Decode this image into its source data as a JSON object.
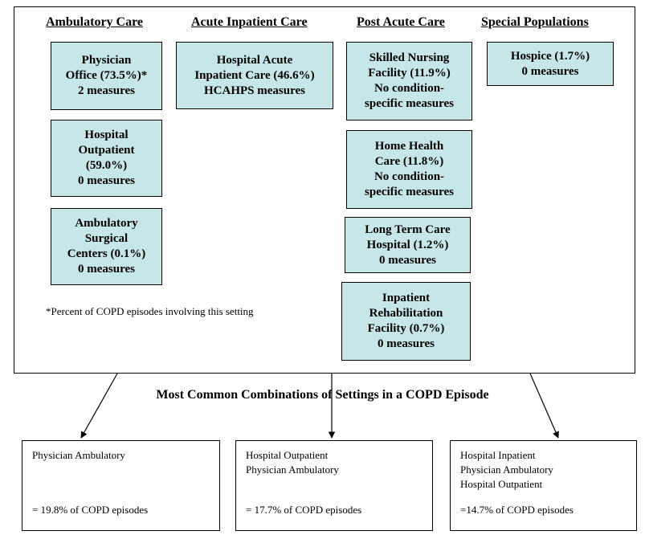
{
  "headers": {
    "ambulatory": "Ambulatory Care",
    "acute": "Acute Inpatient Care",
    "post_acute": "Post Acute Care",
    "special": "Special Populations"
  },
  "settings": {
    "physician_office": [
      "Physician",
      "Office (73.5%)*",
      "2 measures"
    ],
    "hospital_outpatient": [
      "Hospital",
      "Outpatient",
      "(59.0%)",
      "0 measures"
    ],
    "ambulatory_surgical": [
      "Ambulatory",
      "Surgical",
      "Centers (0.1%)",
      "0 measures"
    ],
    "hospital_acute": [
      "Hospital Acute",
      "Inpatient Care (46.6%)",
      "HCAHPS measures"
    ],
    "skilled_nursing": [
      "Skilled Nursing",
      "Facility (11.9%)",
      "No condition-",
      "specific measures"
    ],
    "home_health": [
      "Home Health",
      "Care (11.8%)",
      "No condition-",
      "specific measures"
    ],
    "long_term_care": [
      "Long Term Care",
      "Hospital (1.2%)",
      "0 measures"
    ],
    "inpatient_rehab": [
      "Inpatient",
      "Rehabilitation",
      "Facility (0.7%)",
      "0 measures"
    ],
    "hospice": [
      "Hospice (1.7%)",
      "0 measures"
    ]
  },
  "footnote": "*Percent of COPD episodes involving this setting",
  "subtitle": "Most Common Combinations of Settings in a COPD Episode",
  "combinations": [
    {
      "settings": [
        "Physician Ambulatory"
      ],
      "percent": "= 19.8% of COPD episodes"
    },
    {
      "settings": [
        "Hospital Outpatient",
        "Physician Ambulatory"
      ],
      "percent": "= 17.7% of COPD episodes"
    },
    {
      "settings": [
        "Hospital Inpatient",
        "Physician Ambulatory",
        "Hospital Outpatient"
      ],
      "percent": "=14.7% of COPD episodes"
    }
  ],
  "colors": {
    "box_fill": "#c7e6e8",
    "border": "#000000"
  }
}
